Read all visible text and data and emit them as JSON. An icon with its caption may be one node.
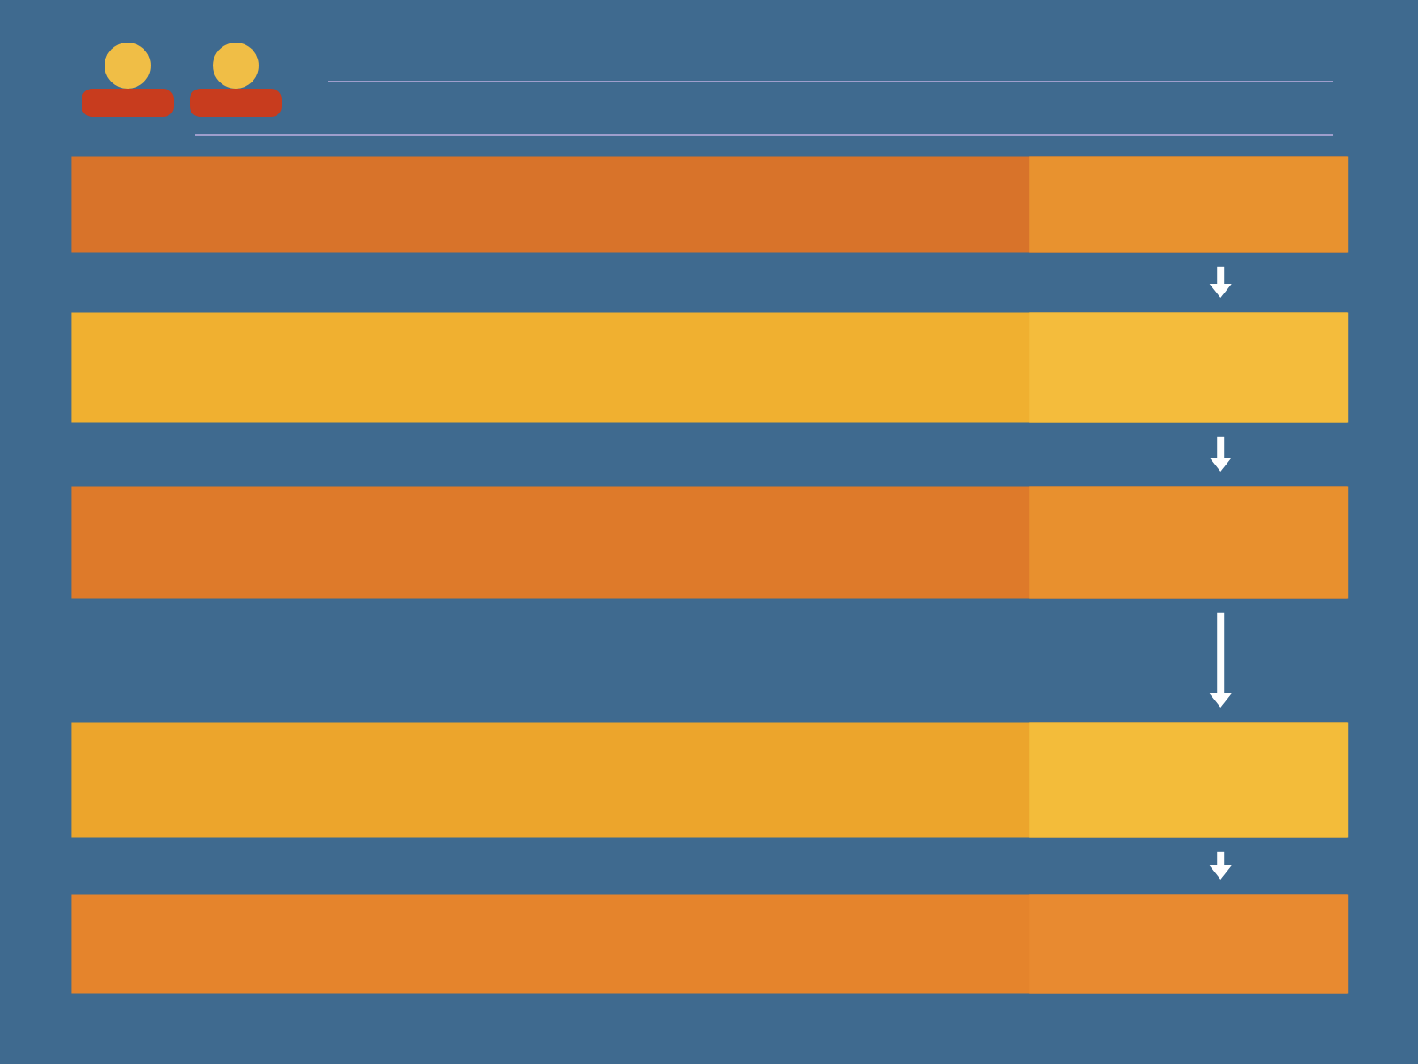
{
  "diagram": {
    "nodes": [
      {
        "text": [],
        "shape": "box"
      },
      {
        "text": [],
        "shape": "box",
        "in": 0
      },
      {
        "text": [],
        "shape": "box"
      },
      {
        "text": [],
        "shape": "box",
        "in": 2
      },
      {
        "text": [],
        "shape": "box"
      },
      {
        "text": [],
        "shape": "box",
        "in": 4
      },
      {
        "text": [],
        "shape": "box"
      },
      {
        "text": [],
        "shape": "box",
        "in": 6
      },
      {
        "text": [],
        "shape": "box"
      },
      {
        "text": [],
        "shape": "box",
        "in": 8
      }
    ],
    "edges": [
      {
        "from": 1,
        "to": 3,
        "arrow": "to"
      },
      {
        "from": 3,
        "to": 5,
        "arrow": "to"
      },
      {
        "from": 5,
        "to": 7,
        "arrow": "to"
      },
      {
        "from": 7,
        "to": 9,
        "arrow": "to"
      }
    ]
  }
}
